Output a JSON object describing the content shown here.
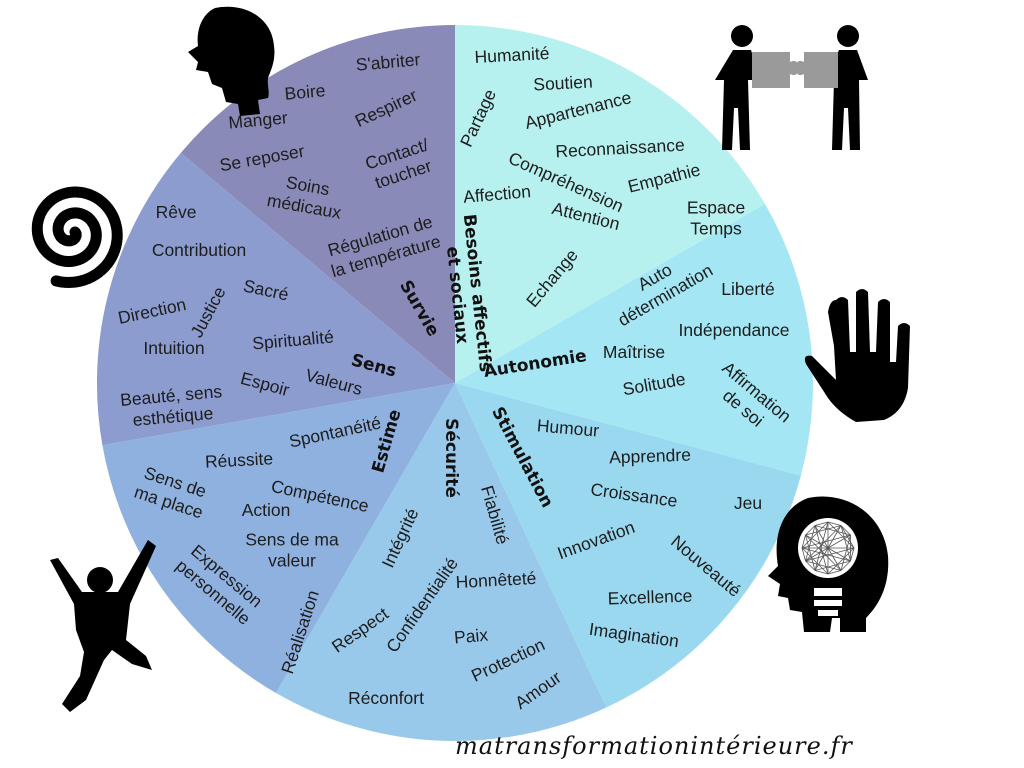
{
  "colors": {
    "survie": "#8a8ab9",
    "besoins_affectifs": "#b6f1ef",
    "autonomie": "#a4e6f4",
    "stimulation": "#9ad8f0",
    "securite": "#99c9ea",
    "estime": "#8fb1df",
    "sens": "#8c9ccf",
    "text": "#1d1d1d",
    "icon": "#000000",
    "puzzle": "#9a9a9a"
  },
  "segments": [
    {
      "id": "survie",
      "label": "Survie",
      "color_key": "survie",
      "items": [
        "S'abriter",
        "Boire",
        "Respirer",
        "Manger",
        "Se reposer",
        "Contact/\ntoucher",
        "Soins\nmédicaux",
        "Régulation de\nla température"
      ]
    },
    {
      "id": "besoins-affectifs",
      "label": "Besoins affectifs\net sociaux",
      "color_key": "besoins_affectifs",
      "items": [
        "Humanité",
        "Soutien",
        "Partage",
        "Appartenance",
        "Reconnaissance",
        "Compréhension",
        "Affection",
        "Empathie",
        "Attention",
        "Echange"
      ]
    },
    {
      "id": "autonomie",
      "label": "Autonomie",
      "color_key": "autonomie",
      "items": [
        "Espace\nTemps",
        "Auto\ndétermination",
        "Liberté",
        "Indépendance",
        "Maîtrise",
        "Solitude",
        "Affirmation\nde soi"
      ]
    },
    {
      "id": "stimulation",
      "label": "Stimulation",
      "color_key": "stimulation",
      "items": [
        "Humour",
        "Apprendre",
        "Croissance",
        "Jeu",
        "Innovation",
        "Nouveauté",
        "Excellence",
        "Imagination"
      ]
    },
    {
      "id": "securite",
      "label": "Sécurité",
      "color_key": "securite",
      "items": [
        "Fiabilité",
        "Intégrité",
        "Honnêteté",
        "Confidentialité",
        "Respect",
        "Paix",
        "Protection",
        "Amour",
        "Réconfort"
      ]
    },
    {
      "id": "estime",
      "label": "Estime",
      "color_key": "estime",
      "items": [
        "Spontanéité",
        "Réussite",
        "Compétence",
        "Sens de\nma place",
        "Action",
        "Sens de ma\nvaleur",
        "Expression\npersonnelle",
        "Réalisation"
      ]
    },
    {
      "id": "sens",
      "label": "Sens",
      "color_key": "sens",
      "items": [
        "Rêve",
        "Contribution",
        "Sacré",
        "Direction",
        "Justice",
        "Intuition",
        "Spiritualité",
        "Espoir",
        "Valeurs",
        "Beauté, sens\nesthétique"
      ]
    }
  ],
  "icons": [
    {
      "name": "head-icon"
    },
    {
      "name": "puzzle-people-icon"
    },
    {
      "name": "spiral-icon"
    },
    {
      "name": "hand-icon"
    },
    {
      "name": "lightbulb-head-icon"
    },
    {
      "name": "jumping-person-icon"
    }
  ],
  "signature": "matransformationintérieure.fr"
}
